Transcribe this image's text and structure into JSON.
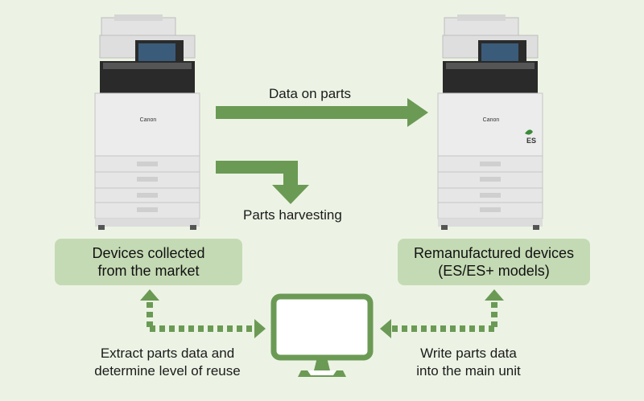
{
  "colors": {
    "background": "#ecf3e4",
    "arrow_green": "#6b9a55",
    "box_fill": "#c4dab4",
    "monitor_green": "#6b9a55"
  },
  "left_device": {
    "brand": "Canon",
    "icon": "copier-icon"
  },
  "right_device": {
    "brand": "Canon",
    "badge": "ES",
    "icon": "copier-icon"
  },
  "arrows": {
    "data_on_parts": "Data on parts",
    "parts_harvesting": "Parts harvesting"
  },
  "left_box": {
    "line1": "Devices collected",
    "line2": "from the market"
  },
  "right_box": {
    "line1": "Remanufactured devices",
    "line2": "(ES/ES+ models)"
  },
  "center_icon": "monitor-icon",
  "bottom_left_label": {
    "line1": "Extract parts data and",
    "line2": "determine level of reuse"
  },
  "bottom_right_label": {
    "line1": "Write parts data",
    "line2": "into the main unit"
  }
}
